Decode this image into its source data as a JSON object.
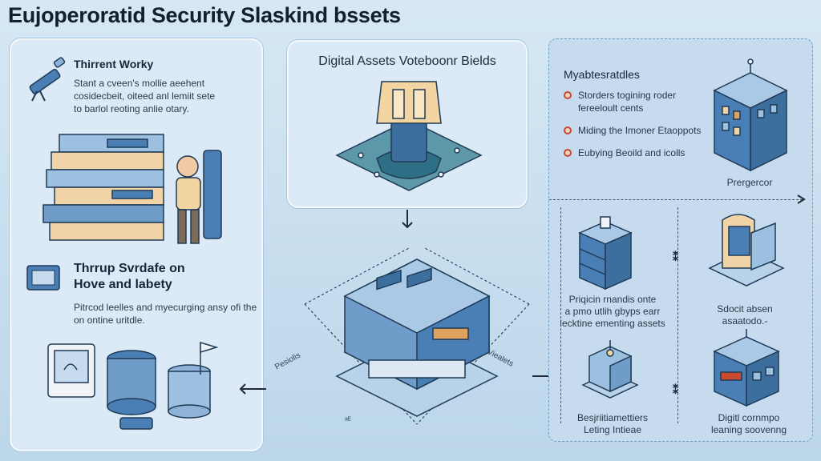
{
  "page": {
    "title": "Eujoperoratid Security Slaskind bssets"
  },
  "left_panel": {
    "section1": {
      "heading": "Thirrent Worky",
      "body_lines": [
        "Stant a cveen's mollie aeehent",
        "cosidecbeit, oiteed anl lemiit sete",
        "to barlol reoting anlie otary."
      ]
    },
    "section2": {
      "heading_lines": [
        "Thrrup Svrdafe on",
        "Hove and labety"
      ],
      "body_lines": [
        "Pitrcod leelles and myecurging ansy ofi the",
        "on ontine uritdle."
      ]
    }
  },
  "center": {
    "title": "Digital Assets Voteboonr Bields",
    "left_label": "Pesiolis",
    "right_label": "Viealets",
    "bottom_label": "ᵃᴱ"
  },
  "right_panel": {
    "heading": "Myabtesratdles",
    "items": [
      "Storders togining roder",
      "fereeloult cents",
      "Miding the Imoner Etaoppots",
      "Eubying Beoild and icolls"
    ],
    "items_grouped": [
      [
        "Storders togining roder",
        "fereeloult cents"
      ],
      [
        "Miding the Imoner Etaoppots"
      ],
      [
        "Eubying Beoild and icolls"
      ]
    ],
    "top_caption": "Prergercor",
    "captions": {
      "mid_left": [
        "Priqicin rnandis onte",
        "a pmo utlih gbyps earr",
        "lecktine ementing assets"
      ],
      "mid_right": [
        "Sdocit absen",
        "asaatodo.-"
      ],
      "bottom_left": [
        "Besjriitiamettiers",
        "Leting Intieae"
      ],
      "bottom_right": [
        "Digitl cornmpo",
        "leaning soovenng"
      ]
    }
  },
  "colors": {
    "background": "#c8dff0",
    "panel": "#dbeaf6",
    "accent_blue": "#4a7fb5",
    "accent_orange": "#e0a25c",
    "bullet_red": "#c94a2c"
  },
  "icons": [
    "telescope-icon",
    "server-stack-icon",
    "shield-vault-icon",
    "database-icon",
    "arrow-icon",
    "building-icon"
  ]
}
